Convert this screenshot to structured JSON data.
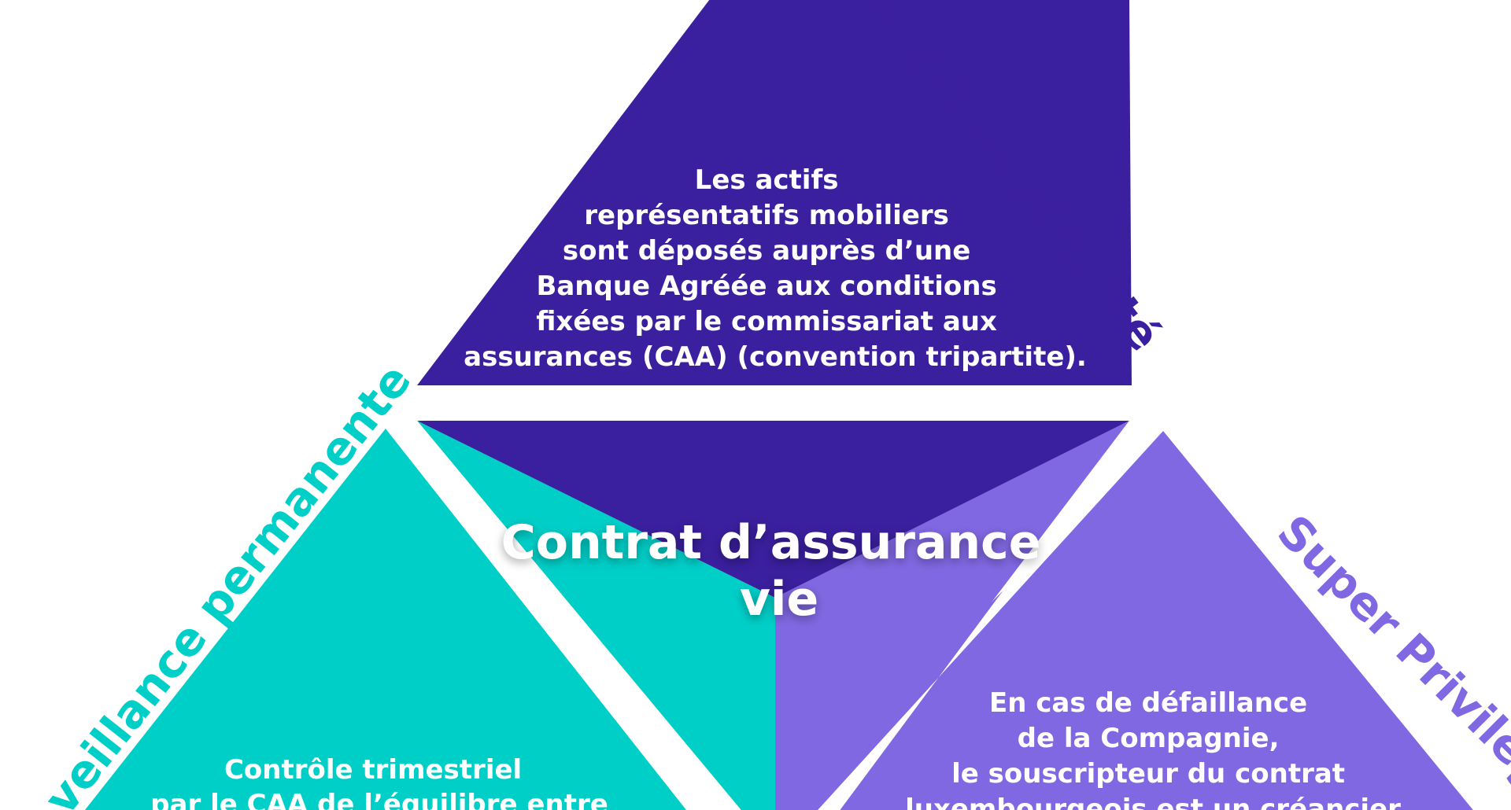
{
  "colors": {
    "top": "#3a1f9e",
    "left": "#00cfc8",
    "right": "#8068e2",
    "background": "#ffffff",
    "text": "#ffffff"
  },
  "center": {
    "title_line1": "Contrat d’assurance",
    "title_line2": "vie"
  },
  "top_triangle": {
    "side_label": "angle de sécurité",
    "text_lines": [
      "Les actifs",
      "représentatifs mobiliers",
      "sont déposés auprès d’une",
      "Banque Agréée aux conditions",
      "fixées par le commissariat aux",
      "assurances (CAA) (convention tripartite)."
    ]
  },
  "left_triangle": {
    "side_label": "veillance permanente",
    "text_lines": [
      "Contrôle trimestriel",
      "par le CAA de l’équilibre entre"
    ]
  },
  "right_triangle": {
    "side_label": "Super Privilège",
    "text_lines": [
      "En cas de défaillance",
      "de la Compagnie,",
      "le souscripteur du contrat",
      "luxembourgeois est un créancier"
    ]
  }
}
